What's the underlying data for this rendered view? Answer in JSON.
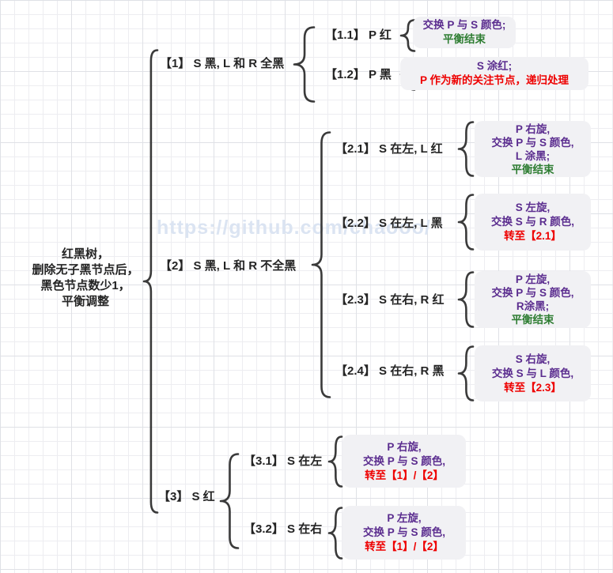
{
  "palette": {
    "purple": "#5b2d8f",
    "green": "#2e7d32",
    "red": "#ee0000",
    "text": "#242424",
    "box_bg": "#f1f1f4",
    "watermark": "#dbe4f2"
  },
  "watermark_text": "https://github.com/chaooo/",
  "root": {
    "lines": [
      "红黑树，",
      "删除无子黑节点后，",
      "黑色节点数少1，",
      "平衡调整"
    ]
  },
  "labels": {
    "n1": "【1】 S 黑, L 和 R 全黑",
    "n11": "【1.1】 P 红",
    "n12": "【1.2】 P 黑",
    "n2": "【2】 S 黑, L 和 R 不全黑",
    "n21": "【2.1】 S 在左, L 红",
    "n22": "【2.2】 S 在左, L 黑",
    "n23": "【2.3】 S 在右, R 红",
    "n24": "【2.4】 S 在右, R 黑",
    "n3": "【3】 S 红",
    "n31": "【3.1】 S 在左",
    "n32": "【3.2】 S 在右"
  },
  "boxes": {
    "b11": {
      "lines": [
        {
          "text": "交换 P 与 S 颜色;",
          "color": "purple"
        },
        {
          "text": "平衡结束",
          "color": "green"
        }
      ]
    },
    "b12": {
      "lines": [
        {
          "text": "S 涂红;",
          "color": "purple"
        },
        {
          "text": "P 作为新的关注节点，递归处理",
          "color": "red"
        }
      ]
    },
    "b21": {
      "lines": [
        {
          "text": "P 右旋,",
          "color": "purple"
        },
        {
          "text": "交换 P 与 S 颜色,",
          "color": "purple"
        },
        {
          "text": "L 涂黑;",
          "color": "purple"
        },
        {
          "text": "平衡结束",
          "color": "green"
        }
      ]
    },
    "b22": {
      "lines": [
        {
          "text": "S 左旋,",
          "color": "purple"
        },
        {
          "text": "交换 S 与 R 颜色,",
          "color": "purple"
        },
        {
          "text": "转至【2.1】",
          "color": "red"
        }
      ]
    },
    "b23": {
      "lines": [
        {
          "text": "P 左旋,",
          "color": "purple"
        },
        {
          "text": "交换 P 与 S 颜色,",
          "color": "purple"
        },
        {
          "text": "R涂黑;",
          "color": "purple"
        },
        {
          "text": "平衡结束",
          "color": "green"
        }
      ]
    },
    "b24": {
      "lines": [
        {
          "text": "S 右旋,",
          "color": "purple"
        },
        {
          "text": "交换 S 与 L 颜色,",
          "color": "purple"
        },
        {
          "text": "转至【2.3】",
          "color": "red"
        }
      ]
    },
    "b31": {
      "lines": [
        {
          "text": "P 右旋,",
          "color": "purple"
        },
        {
          "text": "交换 P 与 S 颜色,",
          "color": "purple"
        },
        {
          "text": "转至【1】/【2】",
          "color": "red"
        }
      ]
    },
    "b32": {
      "lines": [
        {
          "text": "P 左旋,",
          "color": "purple"
        },
        {
          "text": "交换 P 与 S 颜色,",
          "color": "purple"
        },
        {
          "text": "转至【1】/【2】",
          "color": "red"
        }
      ]
    }
  }
}
